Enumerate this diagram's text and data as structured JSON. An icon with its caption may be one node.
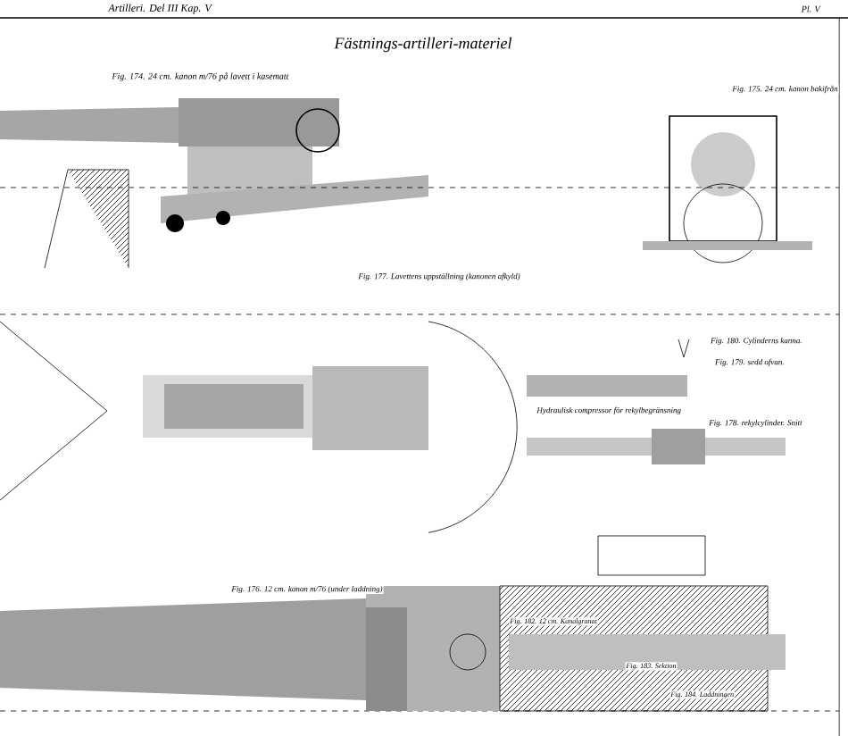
{
  "diagram": {
    "title": "Fästnings-artilleri-materiel",
    "labels": [
      "Artilleri. Del III Kap. V",
      "Pl. V",
      "Fig. 174. 24 cm. kanon m/76 på lavett i kasematt",
      "Fig. 175. 24 cm. kanon bakifrån",
      "Fig. 177. Lavettens uppställning (kanonen afkyld)",
      "Fig. 180. Cylinderns kanna.",
      "Fig. 179. sedd ofvan.",
      "Hydraulisk compressor för rekylbegränsning",
      "Fig. 178. rekylcylinder. Snitt",
      "Fig. 176. 12 cm. kanon m/76 (under laddning)",
      "Fig. 182. 12 cm. Kanalgranat",
      "Fig. 183. Sektion",
      "Fig. 184. Laddningen"
    ]
  }
}
